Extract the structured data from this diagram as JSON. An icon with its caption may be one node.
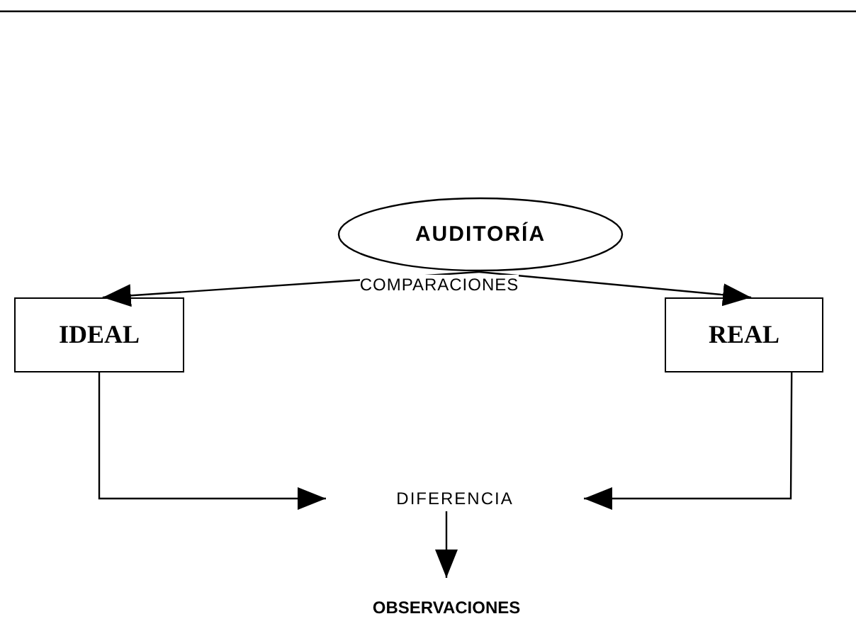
{
  "diagram": {
    "nodes": [
      {
        "text": [
          "AUDITORÍA"
        ]
      },
      {
        "text": [
          "IDEAL"
        ]
      },
      {
        "text": [
          "REAL"
        ]
      },
      {
        "text": [
          "DIFERENCIA"
        ]
      },
      {
        "text": [
          "OBSERVACIONES"
        ]
      }
    ],
    "edges": [
      {
        "from": 0,
        "to": 1,
        "arrow": "to"
      },
      {
        "from": 0,
        "to": 2,
        "arrow": "to"
      },
      {
        "from": 1,
        "to": 3,
        "arrow": "to"
      },
      {
        "from": 2,
        "to": 3,
        "arrow": "to"
      },
      {
        "from": 3,
        "to": 4,
        "arrow": "to"
      }
    ],
    "labels": [
      "COMPARACIONES"
    ]
  }
}
